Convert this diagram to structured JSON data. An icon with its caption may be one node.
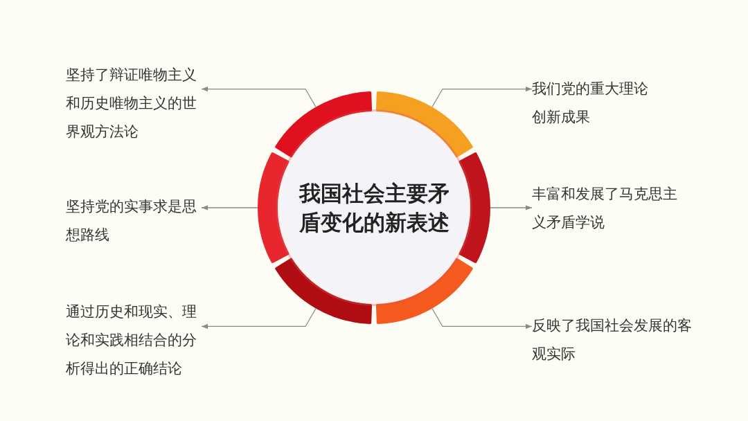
{
  "diagram": {
    "nodes": [
      {
        "text": [
          "我国社会主要矛盾变化的新表述"
        ]
      },
      {
        "text": [],
        "shape": "arc"
      },
      {
        "text": [],
        "shape": "arc"
      },
      {
        "text": [],
        "shape": "arc"
      },
      {
        "text": [],
        "shape": "arc"
      },
      {
        "text": [],
        "shape": "arc"
      },
      {
        "text": [],
        "shape": "arc"
      },
      {
        "text": [
          "坚持了辩证唯物主义和历史唯物主义的世界观方法论"
        ]
      },
      {
        "text": [
          "我们党的重大理论创新成果"
        ]
      },
      {
        "text": [
          "坚持党的实事求是思想路线"
        ]
      },
      {
        "text": [
          "丰富和发展了马克思主义矛盾学说"
        ]
      },
      {
        "text": [
          "通过历史和现实、理论和实践相结合的分析得出的正确结论"
        ]
      },
      {
        "text": [
          "反映了我国社会发展的客观实际"
        ]
      }
    ],
    "edges": [
      {
        "from": 1,
        "to": 7,
        "arrow": "to"
      },
      {
        "from": 2,
        "to": 8,
        "arrow": "to"
      },
      {
        "from": 3,
        "to": 9,
        "arrow": "to"
      },
      {
        "from": 4,
        "to": 10,
        "arrow": "to"
      },
      {
        "from": 5,
        "to": 11,
        "arrow": "to"
      },
      {
        "from": 6,
        "to": 12,
        "arrow": "to"
      }
    ]
  }
}
